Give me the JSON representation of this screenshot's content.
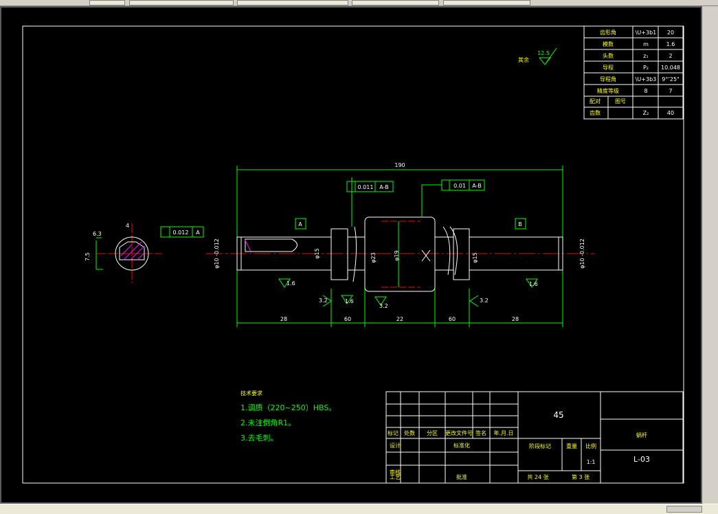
{
  "param_table": [
    [
      "模数",
      "m",
      "1.6"
    ],
    [
      "头数",
      "z₁",
      "2"
    ],
    [
      "导程",
      "P₂",
      "10.048"
    ],
    [
      "导程角",
      "\\U+3b3",
      "9°’25\""
    ],
    [
      "精度等级",
      "8",
      "7"
    ]
  ],
  "param_head": {
    "name": "齿形角",
    "sym": "\\U+3b1",
    "val": "20"
  },
  "param_last": {
    "c1": "配对",
    "c2": "图号",
    "c3": "齿数",
    "sym": "Z₂",
    "val": "40"
  },
  "roughness_note": {
    "label": "其余",
    "value": "12.5"
  },
  "dims": {
    "overall": "190",
    "left_end": "28",
    "left_step": "60",
    "middle": "22",
    "right_step": "60",
    "right_end": "28",
    "dia_left": "φ10 -0.012",
    "dia_right": "φ10 -0.012",
    "dia15_l": "φ15",
    "dia15_r": "φ15",
    "dia23": "φ23",
    "dia_m": "φ19",
    "key_depth": "7.5",
    "key_w": "6.3",
    "key_top": "4"
  },
  "tolerances": {
    "runout_top": {
      "value": "0.011",
      "ref": "A-B"
    },
    "runout_right": {
      "value": "0.01",
      "ref": "A-B"
    },
    "symmetry": {
      "value": "0.012",
      "ref": "A"
    }
  },
  "datums": {
    "a": "A",
    "b": "B"
  },
  "surface": {
    "s16": "1.6",
    "s32": "3.2"
  },
  "tech_notes": {
    "title": "技术要求",
    "items": [
      "1.调质（220~250）HBS。",
      "2.未注倒角R1。",
      "3.去毛刺。"
    ]
  },
  "title_block": {
    "material": "45",
    "part_name": "蜗杆",
    "drawing_no": "L-03",
    "scale_label": "比例",
    "scale": "1:1",
    "weight_label": "重量",
    "stage_label": "阶段标记",
    "headers": [
      "标记",
      "处数",
      "分区",
      "更改文件号",
      "签名",
      "年.月.日"
    ],
    "design": "设计",
    "standard": "标准化",
    "review": "审核",
    "process": "工艺",
    "approve": "批准",
    "sheets_total": "共 24 张",
    "sheet_no": "第 3 张"
  }
}
